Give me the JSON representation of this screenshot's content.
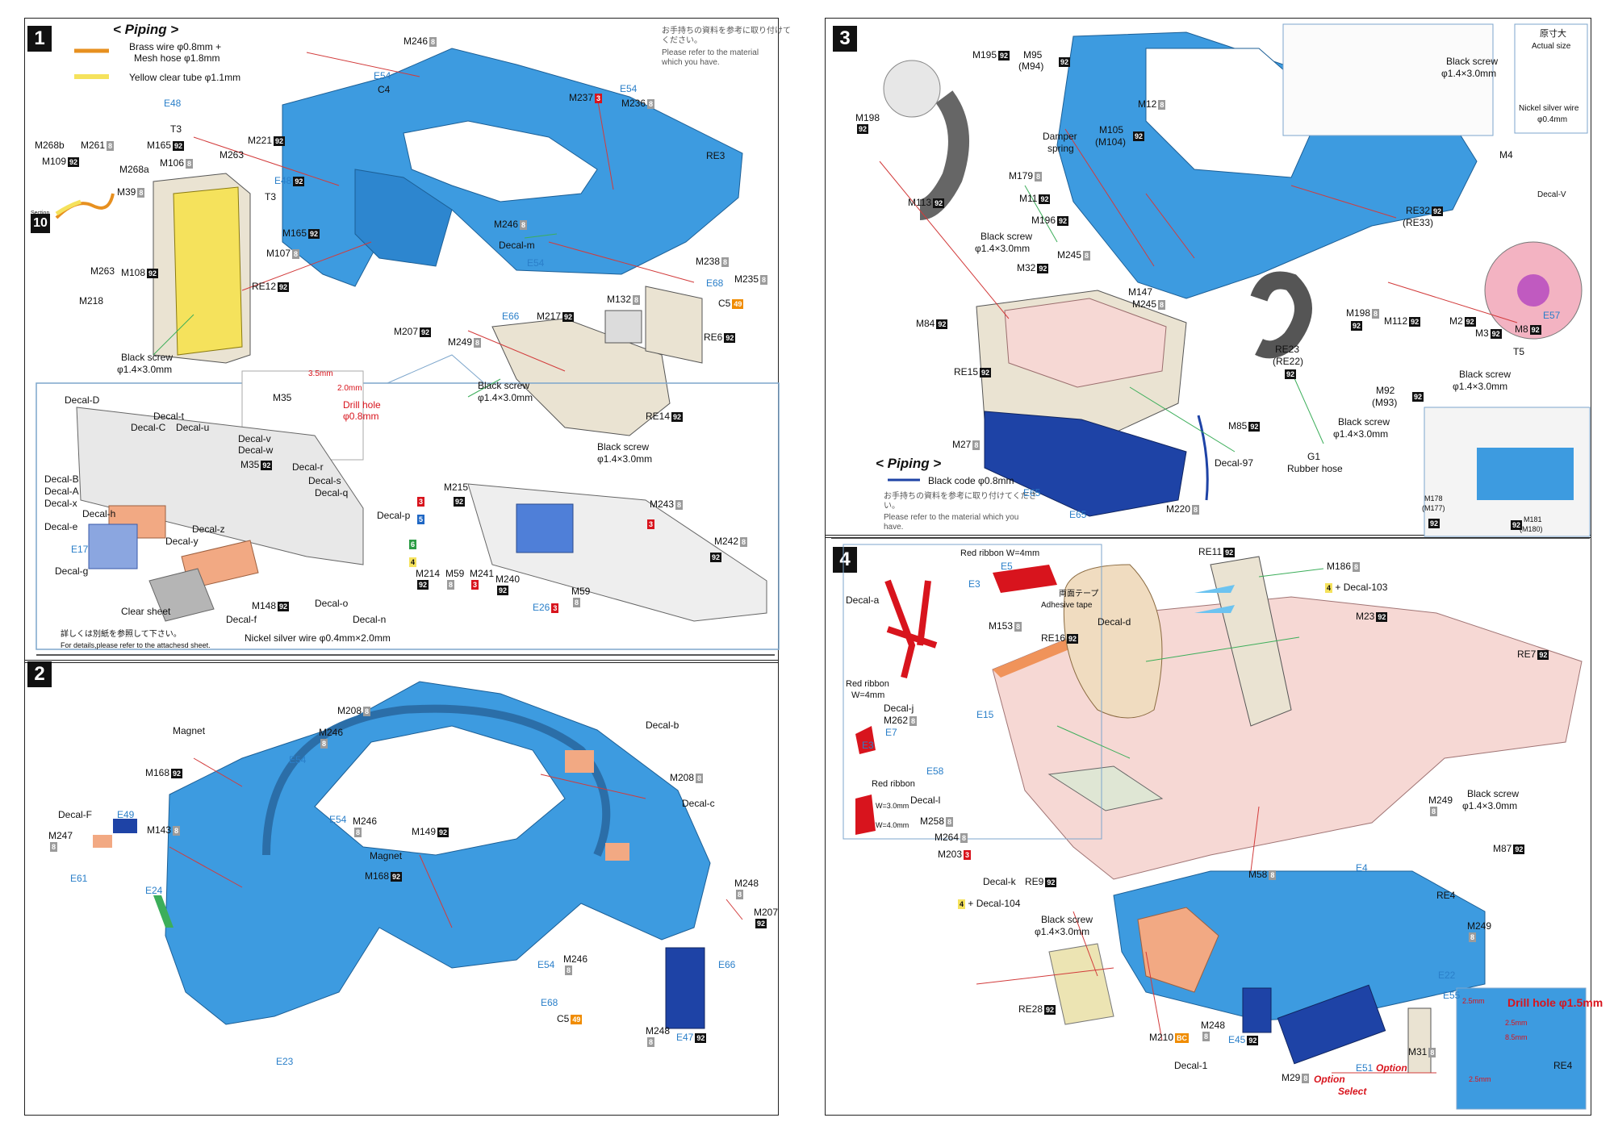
{
  "colors": {
    "part_blue": "#3d9be0",
    "beige": "#eae3d2",
    "pink": "#f6d8d4",
    "yellow": "#f5e25c",
    "grey_tag": "#9b9b9b",
    "red_tag": "#d8141d",
    "black_tag": "#111111",
    "decal_blue": "#2a7fc9",
    "orange_tag": "#f08c00",
    "line_red": "#d23b3b",
    "line_green": "#3cae5a"
  },
  "steps": {
    "s1": "1",
    "s2": "2",
    "s3": "3",
    "s4": "4"
  },
  "step1": {
    "piping_title": "< Piping >",
    "brass_wire": "Brass wire  φ0.8mm +",
    "mesh_hose": "Mesh hose  φ1.8mm",
    "yellow_tube": "Yellow clear tube  φ1.1mm",
    "note_jp": "お手持ちの資料を参考に取り付けてください。",
    "note_en": "Please refer to the material which you have.",
    "section_label": "Section",
    "section_num": "10",
    "labels": {
      "M246a": "M246",
      "E54a": "E54",
      "C4": "C4",
      "M237": "M237",
      "E54b": "E54",
      "M236": "M236",
      "RE3": "RE3",
      "E48a": "E48",
      "T3a": "T3",
      "M268b": "M268b",
      "M261": "M261",
      "M109": "M109",
      "M268a": "M268a",
      "M165a": "M165",
      "M106": "M106",
      "M221": "M221",
      "M263a": "M263",
      "M39": "M39",
      "E48b": "E48",
      "T3b": "T3",
      "M165b": "M165",
      "M107": "M107",
      "M263b": "M263",
      "M108": "M108",
      "M218": "M218",
      "RE12": "RE12",
      "M246b": "M246",
      "DecalM": "Decal-m",
      "E54c": "E54",
      "M238": "M238",
      "E68": "E68",
      "M235": "M235",
      "C5": "C5",
      "M132": "M132",
      "RE6": "RE6",
      "E66": "E66",
      "M217": "M217",
      "M207": "M207",
      "M249": "M249",
      "RE14": "RE14",
      "BlackScrew": "Black screw",
      "Screw14": "φ1.4×3.0mm",
      "M35": "M35",
      "Dim35": "3.5mm",
      "Dim20": "2.0mm",
      "Drill": "Drill hole",
      "Drill08": "φ0.8mm",
      "DecalD": "Decal-D",
      "DecalT": "Decal-t",
      "DecalC": "Decal-C",
      "DecalU": "Decal-u",
      "DecalV": "Decal-v",
      "DecalW": "Decal-w",
      "M35b": "M35",
      "DecalR": "Decal-r",
      "DecalS": "Decal-s",
      "DecalQ": "Decal-q",
      "DecalB": "Decal-B",
      "DecalA": "Decal-A",
      "DecalX": "Decal-x",
      "DecalH": "Decal-h",
      "DecalE": "Decal-e",
      "DecalP": "Decal-p",
      "DecalZ": "Decal-z",
      "DecalY": "Decal-y",
      "E17": "E17",
      "DecalG": "Decal-g",
      "DecalF": "Decal-f",
      "M148": "M148",
      "DecalO": "Decal-o",
      "DecalN": "Decal-n",
      "ClearSheet": "Clear sheet",
      "M215": "M215",
      "M59a": "M59",
      "M214": "M214",
      "M241": "M241",
      "M240": "M240",
      "E26": "E26",
      "M59b": "M59",
      "M243": "M243",
      "M242": "M242",
      "nickel": "Nickel silver wire  φ0.4mm×2.0mm",
      "detail_jp": "詳しくは別紙を参照して下さい。",
      "detail_en": "For details,please refer to the attachesd sheet."
    }
  },
  "step2": {
    "labels": {
      "M208a": "M208",
      "M246a": "M246",
      "E54a": "E54",
      "Magnet1": "Magnet",
      "M168a": "M168",
      "DecalB": "Decal-b",
      "DecalF": "Decal-F",
      "E49": "E49",
      "M247": "M247",
      "M143": "M143",
      "E61": "E61",
      "E24": "E24",
      "E54b": "E54",
      "M246b": "M246",
      "M149": "M149",
      "Magnet2": "Magnet",
      "M168b": "M168",
      "M208b": "M208",
      "DecalC": "Decal-c",
      "M248a": "M248",
      "M207": "M207",
      "E66": "E66",
      "E54c": "E54",
      "M246c": "M246",
      "E68": "E68",
      "C5": "C5",
      "M248b": "M248",
      "E47": "E47",
      "E23": "E23"
    }
  },
  "step3": {
    "labels": {
      "M195": "M195",
      "M95": "M95",
      "M94": "(M94)",
      "M198a": "M198",
      "M12": "M12",
      "M105": "M105",
      "M104": "(M104)",
      "Damper": "Damper",
      "Spring": "spring",
      "M179": "M179",
      "M11": "M11",
      "M113": "M113",
      "M196": "M196",
      "BlackScrew": "Black screw",
      "Screw14": "φ1.4×3.0mm",
      "M245a": "M245",
      "M32": "M32",
      "M147": "M147",
      "M245b": "M245",
      "M84": "M84",
      "RE15": "RE15",
      "M27": "M27",
      "Decal97": "Decal-97",
      "M220": "M220",
      "E65a": "E65",
      "E65b": "E65",
      "piping": "< Piping >",
      "blackcode": "Black code  φ0.8mm",
      "note_jp": "お手持ちの資料を参考に取り付けてください。",
      "note_en": "Please refer to the material which you have.",
      "RE32": "RE32",
      "RE33": "(RE33)",
      "M4": "M4",
      "DecalV": "Decal-V",
      "M198b": "M198",
      "M112": "M112",
      "M2": "M2",
      "M3": "M3",
      "M8": "M8",
      "E57": "E57",
      "T5": "T5",
      "RE23": "RE23",
      "RE22": "(RE22)",
      "M85": "M85",
      "G1": "G1",
      "RubberHose": "Rubber hose",
      "M92": "M92",
      "M93": "(M93)",
      "BlackScrew2": "Black screw",
      "Screw14b": "φ1.4×3.0mm",
      "BlackScrew3": "Black screw",
      "Screw14c": "φ1.4×3.0mm",
      "M178": "M178",
      "M177": "(M177)",
      "M181": "M181",
      "M180": "(M180)",
      "ActualSize": "原寸大",
      "ActualSizeEn": "Actual size",
      "Nickel": "Nickel silver wire",
      "Nickel04": "φ0.4mm",
      "BlackScrewInset": "Black screw",
      "Screw14Inset": "φ1.4×3.0mm"
    }
  },
  "step4": {
    "labels": {
      "RedRibbon1": "Red ribbon  W=4mm",
      "E5": "E5",
      "E3a": "E3",
      "TapeJp": "両面テープ",
      "Tape": "Adhesive tape",
      "DecalA": "Decal-a",
      "RedRibbon2": "Red ribbon",
      "W4": "W=4mm",
      "DecalJ": "Decal-j",
      "M262": "M262",
      "E7": "E7",
      "E3b": "E3",
      "RedRibbon3": "Red ribbon",
      "W30": "W=3.0mm",
      "W40": "W=4.0mm",
      "RE11": "RE11",
      "M186": "M186",
      "Decal103": "+ Decal-103",
      "DecalD": "Decal-d",
      "M153": "M153",
      "RE16": "RE16",
      "M23": "M23",
      "RE7": "RE7",
      "E15": "E15",
      "E58": "E58",
      "DecalI": "Decal-l",
      "M258": "M258",
      "M264": "M264",
      "M203": "M203",
      "DecalK": "Decal-k",
      "RE9": "RE9",
      "M249a": "M249",
      "BlackScrew": "Black screw",
      "Screw14": "φ1.4×3.0mm",
      "M87": "M87",
      "E4": "E4",
      "M58": "M58",
      "Decal104": "+ Decal-104",
      "RE4": "RE4",
      "BlackScrew2": "Black screw",
      "Screw14b": "φ1.4×3.0mm",
      "M249b": "M249",
      "RE28": "RE28",
      "E22": "E22",
      "E55": "E55",
      "M210": "M210",
      "M248": "M248",
      "E45": "E45",
      "Decal1": "Decal-1",
      "M29": "M29",
      "Option1": "Option",
      "E51": "E51",
      "Option2": "Option",
      "M31": "M31",
      "Select": "Select",
      "Drill": "Drill hole φ1.5mm",
      "D25a": "2.5mm",
      "D25b": "2.5mm",
      "D85": "8.5mm",
      "D25c": "2.5mm",
      "RE4b": "RE4"
    }
  }
}
